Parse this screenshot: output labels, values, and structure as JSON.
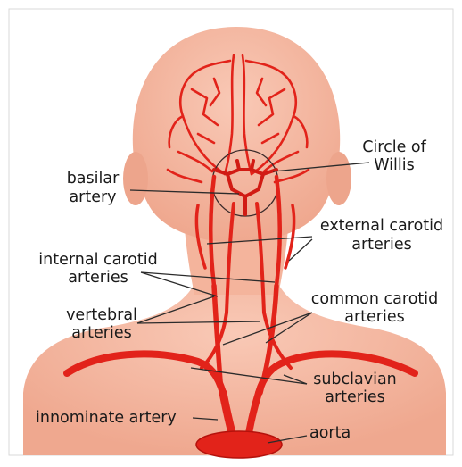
{
  "colors": {
    "background": "#ffffff",
    "frame": "#d9d9d9",
    "skin": "#f6bca6",
    "skin_shade": "#eda58c",
    "artery": "#e2231a",
    "artery_dark": "#b5120c",
    "label_text": "#1a1a1a",
    "leader_line": "#2b2b2b"
  },
  "labels": {
    "circle_of_willis": {
      "line1": "Circle of",
      "line2": "Willis"
    },
    "basilar_artery": {
      "line1": "basilar",
      "line2": "artery"
    },
    "external_carotid": {
      "line1": "external carotid",
      "line2": "arteries"
    },
    "internal_carotid": {
      "line1": "internal carotid",
      "line2": "arteries"
    },
    "common_carotid": {
      "line1": "common carotid",
      "line2": "arteries"
    },
    "vertebral": {
      "line1": "vertebral",
      "line2": "arteries"
    },
    "subclavian": {
      "line1": "subclavian",
      "line2": "arteries"
    },
    "innominate": {
      "line1": "innominate artery"
    },
    "aorta": {
      "line1": "aorta"
    }
  }
}
